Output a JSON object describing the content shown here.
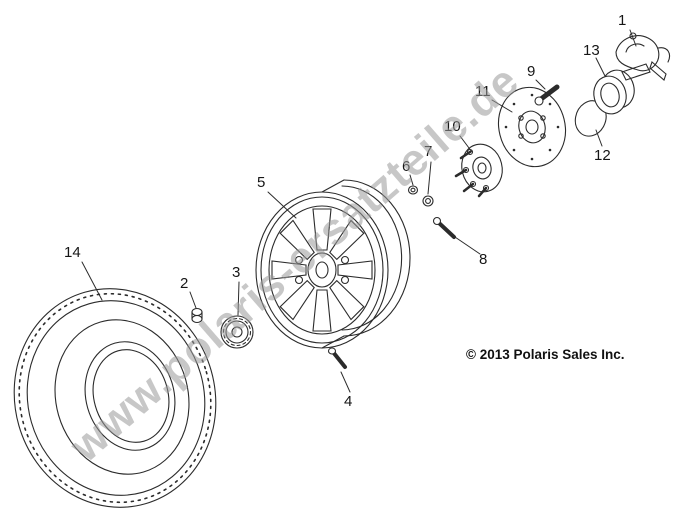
{
  "diagram": {
    "watermark": "www.polaris-ersatzteile.de",
    "copyright": "© 2013 Polaris Sales Inc.",
    "line_color": "#2b2b2b",
    "watermark_color": "#9a9a9a"
  },
  "callouts": {
    "c1": "1",
    "c2": "2",
    "c3": "3",
    "c4": "4",
    "c5": "5",
    "c6": "6",
    "c7": "7",
    "c8": "8",
    "c9": "9",
    "c10": "10",
    "c11": "11",
    "c12": "12",
    "c13": "13",
    "c14": "14"
  }
}
